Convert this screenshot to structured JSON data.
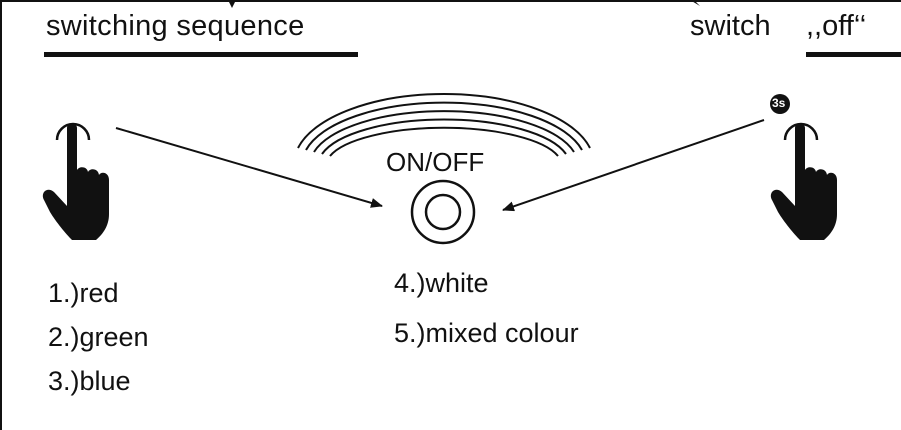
{
  "left_heading": "switching  sequence",
  "right_heading_prefix": "switch",
  "right_heading_term": ",,off‘‘",
  "button_label": "ON/OFF",
  "hold_badge": "3s",
  "sequence": [
    "1.)red",
    "2.)green",
    "3.)blue",
    "4.)white",
    "5.)mixed  colour"
  ]
}
